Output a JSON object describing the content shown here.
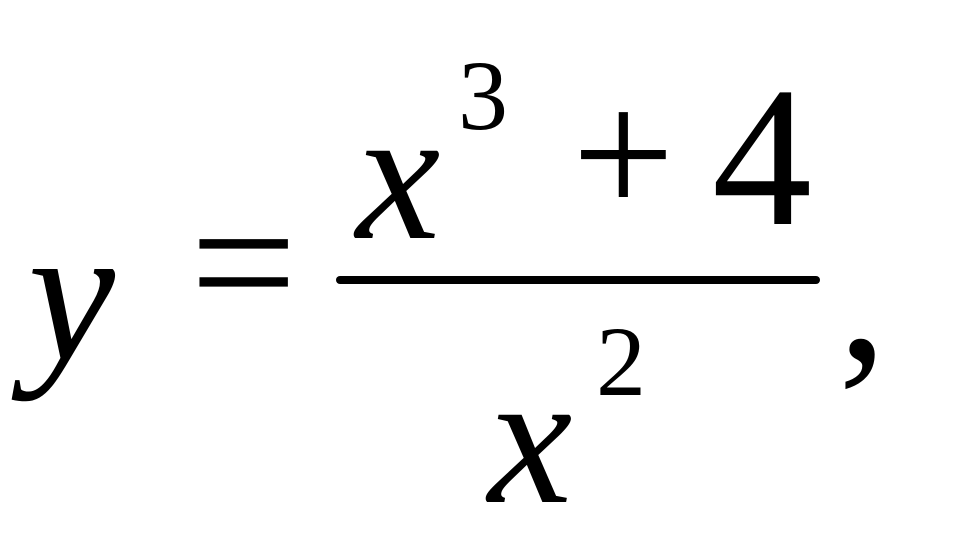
{
  "formula": {
    "lhs_variable": "y",
    "equals_sign": "=",
    "numerator": {
      "base": "x",
      "exponent": "3",
      "operator": "+",
      "constant": "4"
    },
    "denominator": {
      "base": "x",
      "exponent": "2"
    },
    "trailing_punctuation": ","
  }
}
